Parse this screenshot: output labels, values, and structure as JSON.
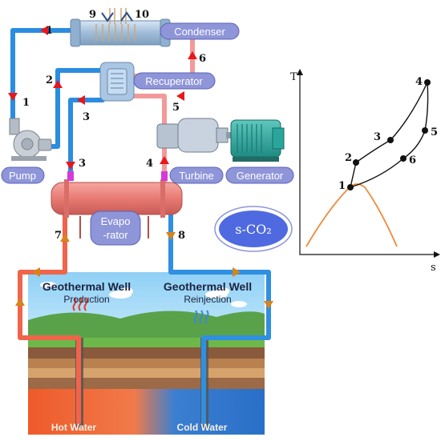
{
  "components": {
    "condenser": "Condenser",
    "recuperator": "Recuperator",
    "pump": "Pump",
    "turbine": "Turbine",
    "generator": "Generator",
    "evaporator_line1": "Evapo",
    "evaporator_line2": "-rator",
    "working_fluid": "s-CO₂"
  },
  "state_points": {
    "p1a": "1",
    "p1b": "1",
    "p2": "2",
    "p3a": "3",
    "p3b": "3",
    "p4": "4",
    "p5": "5",
    "p6": "6",
    "p7": "7",
    "p8": "8",
    "p9": "9",
    "p10": "10"
  },
  "geothermal": {
    "production_title": "Geothermal Well",
    "production_sub": "Production",
    "reinjection_title": "Geothermal Well",
    "reinjection_sub": "Reinjection",
    "hot_water": "Hot Water",
    "cold_water": "Cold Water"
  },
  "ts_diagram": {
    "y_axis": "T",
    "x_axis": "s",
    "points": {
      "t1": "1",
      "t2": "2",
      "t3": "3",
      "t4": "4",
      "t5": "5",
      "t6": "6"
    }
  },
  "colors": {
    "hot_line": "#f0644a",
    "cold_line": "#2f8fe0",
    "co2_hot": "#f29a9a",
    "co2_cold": "#2a8de0",
    "pill": "#8e95d8",
    "arrow_red": "#e8171c",
    "arrow_orange": "#d6841c"
  }
}
